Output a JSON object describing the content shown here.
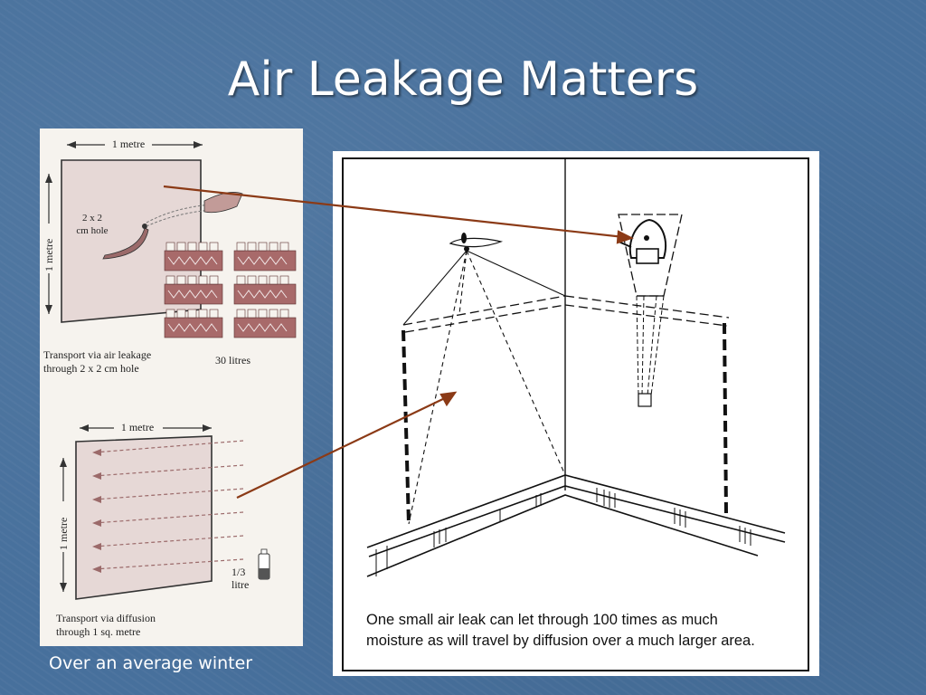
{
  "slide": {
    "title": "Air Leakage Matters",
    "bottom_caption": "Over an average winter"
  },
  "left_figure": {
    "top": {
      "width_label": "1 metre",
      "height_label": "1 metre",
      "hole_label_line1": "2 x 2",
      "hole_label_line2": "cm hole",
      "caption_line1": "Transport via air leakage",
      "caption_line2": "through 2 x 2 cm hole",
      "volume_label": "30 litres"
    },
    "bottom": {
      "width_label": "1 metre",
      "height_label": "1 metre",
      "volume_label_line1": "1/3",
      "volume_label_line2": "litre",
      "caption_line1": "Transport via diffusion",
      "caption_line2": "through 1 sq. metre"
    }
  },
  "right_figure": {
    "caption_line1": "One small air leak can let through 100 times as much",
    "caption_line2": "moisture as will travel by diffusion over a much larger area."
  },
  "colors": {
    "background": "#47709c",
    "arrow": "#8b3a16",
    "wall_fill": "#e6d8d6",
    "bottle": "#a86a6a"
  }
}
